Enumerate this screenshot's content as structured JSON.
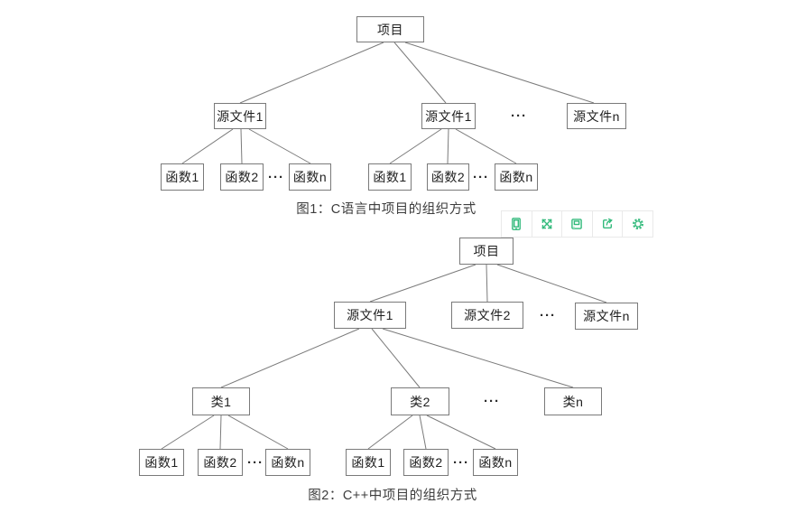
{
  "figure1": {
    "caption": "图1：C语言中项目的组织方式",
    "nodes": {
      "root": "项目",
      "src_a": "源文件1",
      "src_b": "源文件1",
      "src_ellipsis": "···",
      "src_n": "源文件n",
      "ga_f1": "函数1",
      "ga_f2": "函数2",
      "ga_ellipsis": "···",
      "ga_fn": "函数n",
      "gb_f1": "函数1",
      "gb_f2": "函数2",
      "gb_ellipsis": "···",
      "gb_fn": "函数n"
    }
  },
  "figure2": {
    "caption": "图2：C++中项目的组织方式",
    "nodes": {
      "root": "项目",
      "src_1": "源文件1",
      "src_2": "源文件2",
      "src_ellipsis": "···",
      "src_n": "源文件n",
      "cls_1": "类1",
      "cls_2": "类2",
      "cls_ellipsis": "···",
      "cls_n": "类n",
      "g1_f1": "函数1",
      "g1_f2": "函数2",
      "g1_ellipsis": "···",
      "g1_fn": "函数n",
      "g2_f1": "函数1",
      "g2_f2": "函数2",
      "g2_ellipsis": "···",
      "g2_fn": "函数n"
    }
  },
  "toolbar": {
    "accent_color": "#33ba7c",
    "icons": [
      {
        "name": "device-preview-icon"
      },
      {
        "name": "fullscreen-icon"
      },
      {
        "name": "save-icon"
      },
      {
        "name": "export-icon"
      },
      {
        "name": "settings-gear-icon"
      }
    ]
  }
}
